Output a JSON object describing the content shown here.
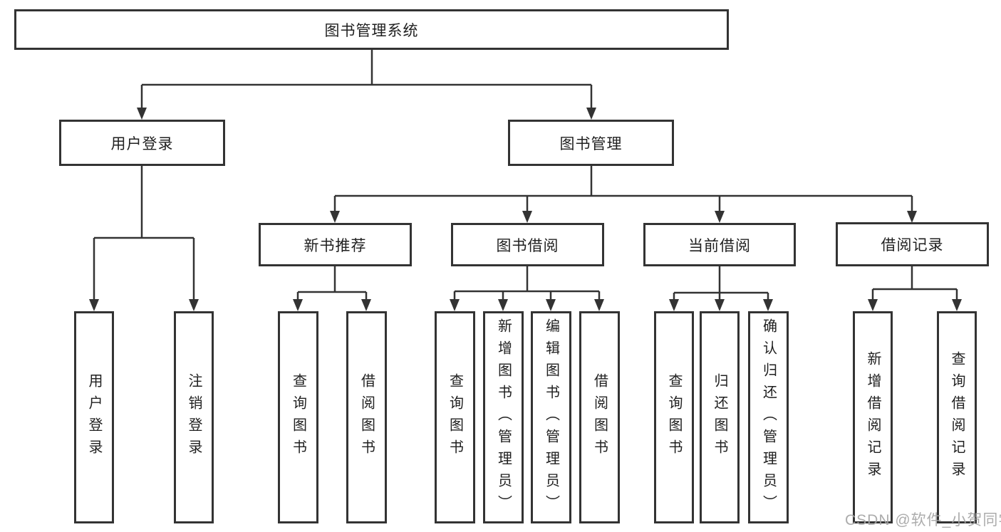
{
  "tree": {
    "root": "图书管理系统",
    "branches": [
      {
        "label": "用户登录",
        "leaves": [
          "用户登录",
          "注销登录"
        ]
      },
      {
        "label": "图书管理",
        "children": [
          {
            "label": "新书推荐",
            "leaves": [
              "查询图书",
              "借阅图书"
            ]
          },
          {
            "label": "图书借阅",
            "leaves": [
              "查询图书",
              "新增图书（管理员）",
              "编辑图书（管理员）",
              "借阅图书"
            ]
          },
          {
            "label": "当前借阅",
            "leaves": [
              "查询图书",
              "归还图书",
              "确认归还（管理员）"
            ]
          },
          {
            "label": "借阅记录",
            "leaves": [
              "新增借阅记录",
              "查询借阅记录"
            ]
          }
        ]
      }
    ]
  },
  "watermark": "CSDN @软件_小贺同学",
  "colors": {
    "line": "#333333",
    "box_border": "#333333",
    "text": "#1f1f1f",
    "watermark": "#a5a5a5",
    "background": "#ffffff"
  }
}
